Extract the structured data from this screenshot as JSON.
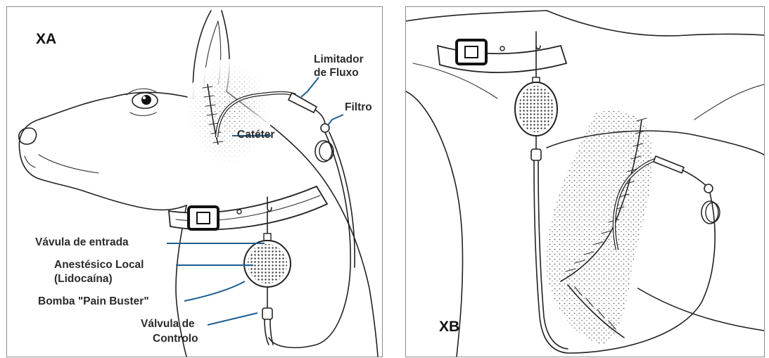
{
  "colors": {
    "leader": "#1f5f8f",
    "ink": "#222222",
    "text": "#2b2b2b"
  },
  "panel_a": {
    "title": "XA",
    "labels": {
      "limitador_line1": "Limitador",
      "limitador_line2": "de Fluxo",
      "filtro": "Filtro",
      "cateter": "Catéter",
      "valvula_entrada": "Vávula de entrada",
      "anestesico_line1": "Anestésico Local",
      "anestesico_line2": "(Lidocaína)",
      "bomba": "Bomba \"Pain Buster\"",
      "controlo_line1": "Válvula de",
      "controlo_line2": "Controlo"
    }
  },
  "panel_b": {
    "title": "XB"
  }
}
